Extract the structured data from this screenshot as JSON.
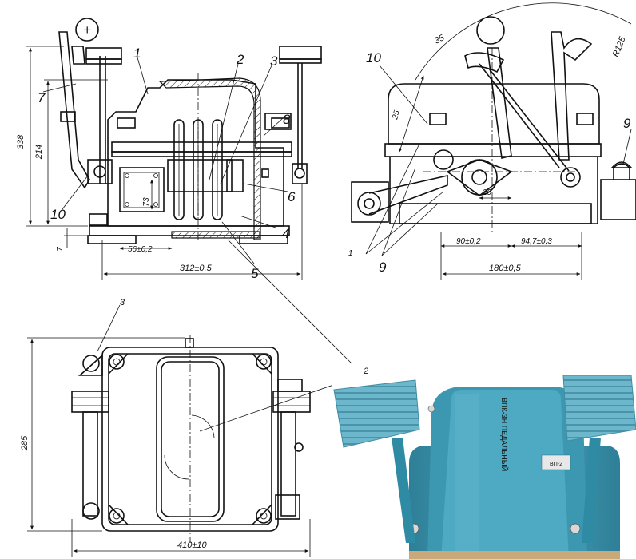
{
  "callouts": {
    "c1": "1",
    "c2": "2",
    "c3": "3",
    "c4": "4",
    "c5": "5",
    "c6": "6",
    "c7": "7",
    "c8": "8",
    "c9a": "9",
    "c9b": "9",
    "c10a": "10",
    "c10b": "10",
    "c1b": "1",
    "c2b": "2",
    "c3b": "3",
    "plus": "+"
  },
  "dimensions": {
    "d338": "338",
    "d214": "214",
    "d7": "7",
    "d73": "73",
    "d56": "56±0,2",
    "d312": "312±0,5",
    "d35": "35",
    "dR125": "R125",
    "d20": "20",
    "d90": "90±0,2",
    "d947": "94,7±0,3",
    "d180": "180±0,5",
    "d285": "285",
    "d410": "410±10",
    "d25": "25"
  },
  "colors": {
    "housing": "#3f9bb4",
    "housing_dark": "#2f7f96",
    "pedal": "#66b3cc",
    "line": "#111111"
  },
  "photo": {
    "housing_text": "ВПК-3Н ПЕДАЛЬНЫЙ",
    "plate_text": "ВП-2"
  }
}
